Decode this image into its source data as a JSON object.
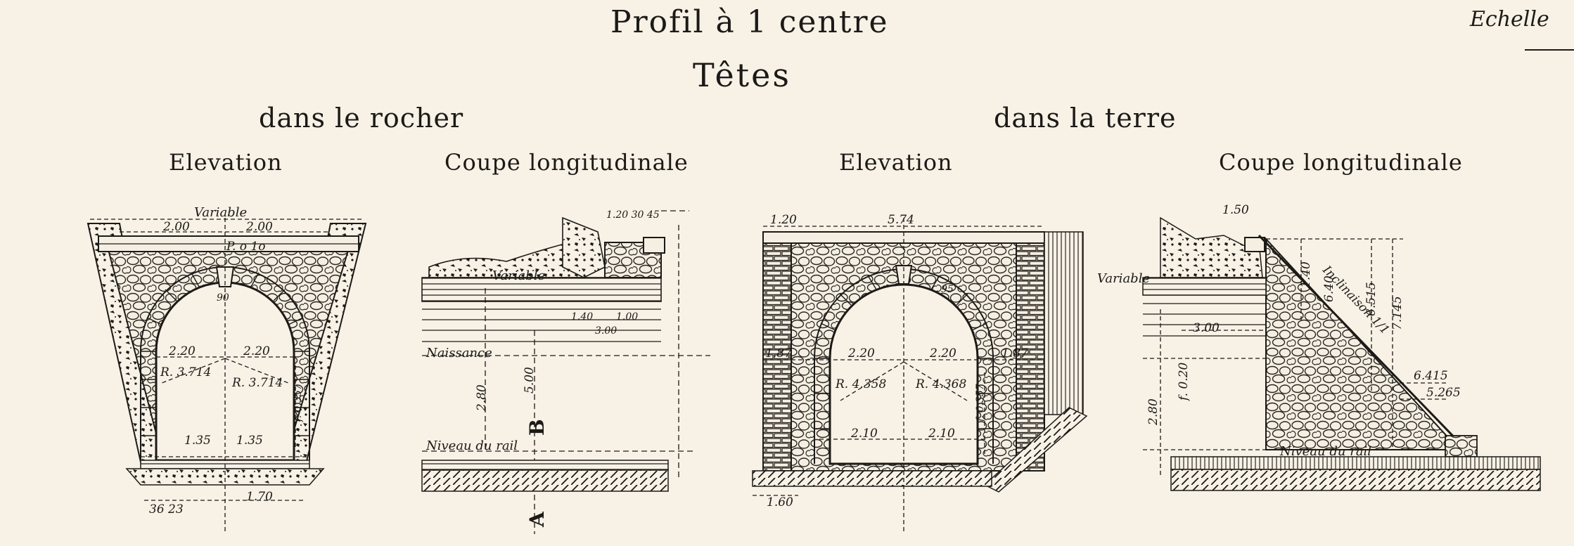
{
  "header": {
    "title": "Profil à 1 centre",
    "subtitle": "Têtes",
    "scale_label": "Echelle"
  },
  "groups": {
    "rock": "dans le rocher",
    "earth": "dans la terre"
  },
  "views": {
    "rock_elevation": "Elevation",
    "rock_section": "Coupe longitudinale",
    "earth_elevation": "Elevation",
    "earth_section": "Coupe longitudinale"
  },
  "rock_elevation": {
    "variable": "Variable",
    "top_left": "2.00",
    "top_right": "2.00",
    "parapet": "P. o 1o",
    "keystone": "90",
    "half_left": "2.20",
    "half_right": "2.20",
    "radius_left": "R. 3.714",
    "radius_right": "R. 3.714",
    "rise": "f. 0.357",
    "base_left": "1.35",
    "base_right": "1.35",
    "foot_left": "36 23",
    "foot_right": "1.70"
  },
  "rock_section": {
    "top_dims": "1.20   30 45",
    "variable": "Variable",
    "d1": "1.40",
    "d2": "1.00",
    "d3": "3.00",
    "springing": "Naissance",
    "height_a": "2.80",
    "height_b": "5.00",
    "rail_level": "Niveau du rail",
    "mark_a": "A",
    "mark_b": "B"
  },
  "earth_elevation": {
    "top_left": "1.20",
    "top_width": "5.74",
    "keystone": "95",
    "half_left": "2.20",
    "half_right": "2.20",
    "radius_left": "R. 4.358",
    "radius_right": "R. 4.368",
    "rise": "f. 0.357",
    "side_left": "1.87",
    "side_right": "1.87",
    "base_left": "2.10",
    "base_right": "2.10",
    "foot": "1.60"
  },
  "earth_section": {
    "top_dims": "1.50",
    "variable": "Variable",
    "d1": "1.40",
    "d2": "6.40",
    "d3": "6.515",
    "d4": "7.145",
    "d5": "3.00",
    "slope": "Inclinaison 1/1",
    "h1": "2.80",
    "h2": "f. 0.20",
    "d6": "6.415",
    "d7": "5.265",
    "rail_level": "Niveau du rail"
  }
}
